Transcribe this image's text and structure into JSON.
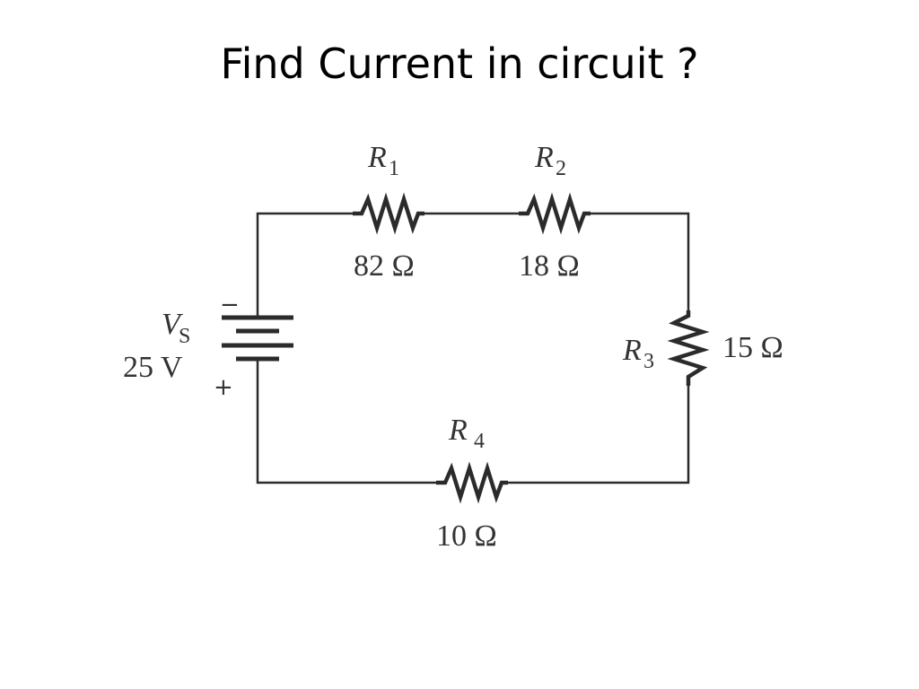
{
  "title": "Find Current in circuit ?",
  "circuit": {
    "source": {
      "symbol": "V",
      "subscript": "S",
      "value": "25 V",
      "negative_sign": "−",
      "positive_sign": "+"
    },
    "resistors": [
      {
        "symbol": "R",
        "subscript": "1",
        "value": "82 Ω"
      },
      {
        "symbol": "R",
        "subscript": "2",
        "value": "18 Ω"
      },
      {
        "symbol": "R",
        "subscript": "3",
        "value": "15 Ω"
      },
      {
        "symbol": "R",
        "subscript": "4",
        "value": "10 Ω"
      }
    ]
  }
}
